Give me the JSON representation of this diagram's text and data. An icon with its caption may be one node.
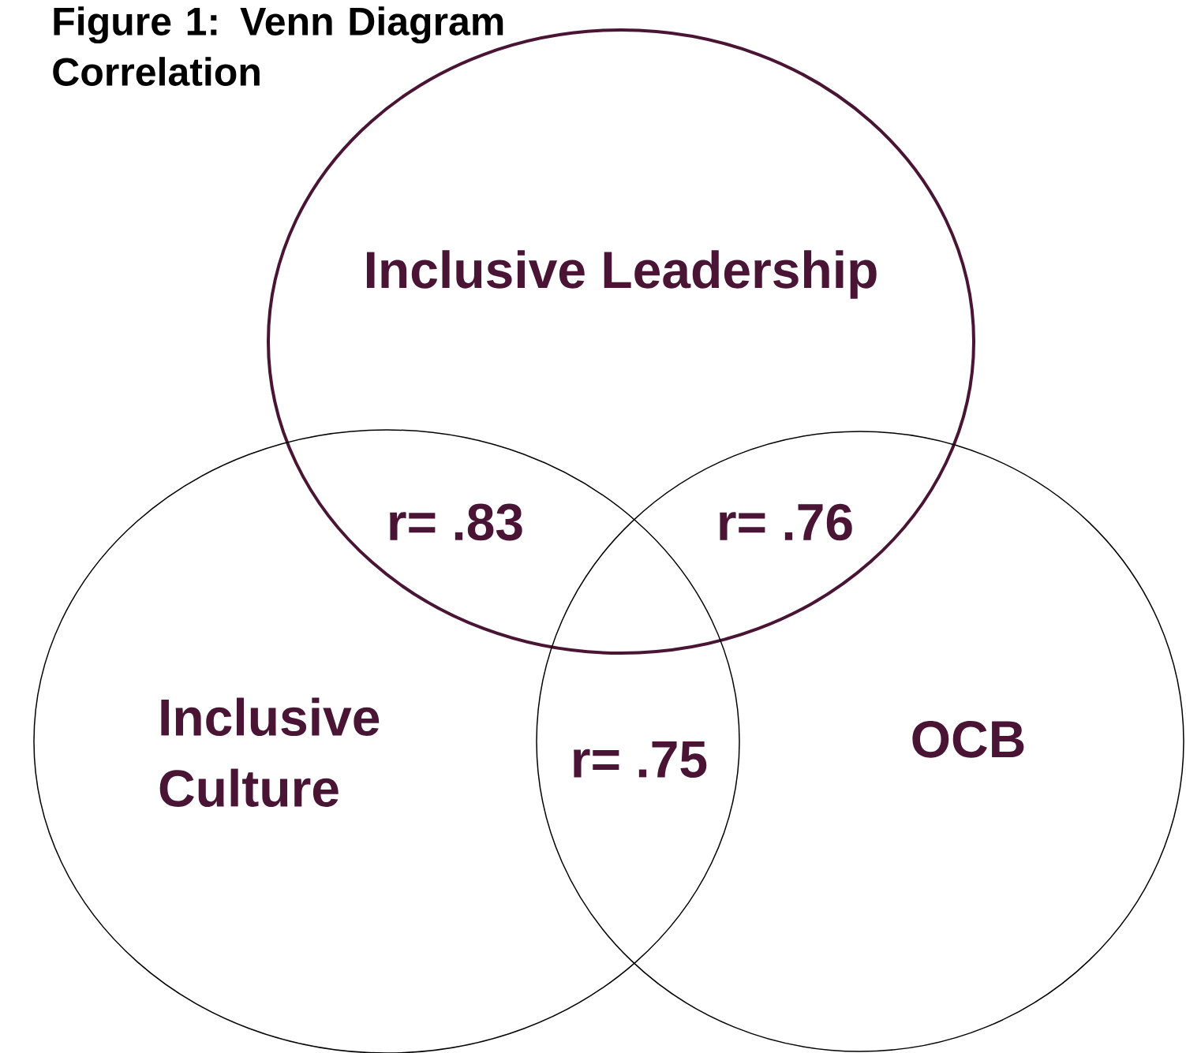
{
  "diagram": {
    "title": "Figure 1: Venn Diagram Correlation",
    "nodes": [
      {
        "text": [
          "Inclusive Leadership"
        ]
      },
      {
        "text": [
          "Inclusive Culture"
        ]
      },
      {
        "text": [
          "OCB"
        ]
      }
    ],
    "labels": [
      "r= .83",
      "r= .76",
      "r= .75"
    ]
  }
}
